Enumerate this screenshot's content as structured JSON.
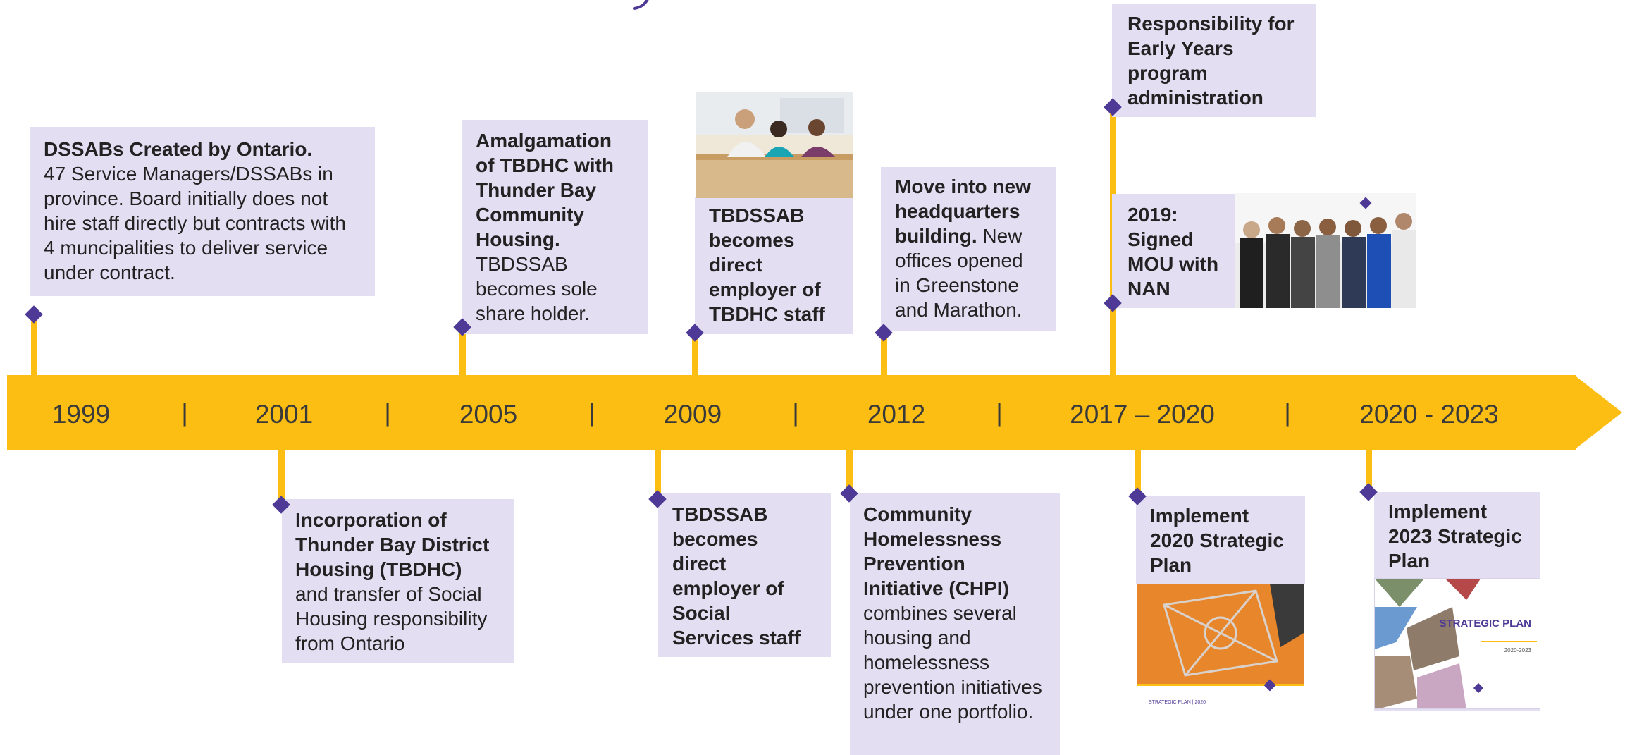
{
  "timeline": {
    "years": [
      "1999",
      "2001",
      "2005",
      "2009",
      "2012",
      "2017 – 2020",
      "2020 - 2023"
    ],
    "separator": "|"
  },
  "events": {
    "dssabs": {
      "title": "DSSABs Created by Ontario.",
      "body": "47 Service Managers/DSSABs in province. Board initially does not hire staff directly but contracts with 4 muncipalities to deliver service under contract."
    },
    "incorporation": {
      "title": "Incorporation of Thunder Bay District Housing (TBDHC)",
      "body": "and transfer of Social Housing responsibility from Ontario"
    },
    "amalgamation": {
      "title": "Amalgamation of TBDHC with Thunder Bay Community Housing.",
      "body": "TBDSSAB becomes sole share holder."
    },
    "employer_tbdhc": {
      "title": "TBDSSAB becomes direct employer of TBDHC staff"
    },
    "employer_social": {
      "title": "TBDSSAB becomes direct employer of Social Services staff"
    },
    "headquarters": {
      "title": "Move into new headquarters building.",
      "body": "New offices opened in Greenstone and Marathon."
    },
    "chpi": {
      "title": "Community Homelessness Prevention Initiative (CHPI)",
      "body": "combines several housing and homelessness prevention initiatives under one portfolio."
    },
    "early_years": {
      "title": "Responsibility for Early Years program administration"
    },
    "mou": {
      "title": "2019: Signed MOU with NAN"
    },
    "plan_2020": {
      "title": "Implement 2020 Strategic Plan",
      "cover_footer": "STRATEGIC PLAN  |  2020"
    },
    "plan_2023": {
      "title": "Implement 2023 Strategic Plan",
      "cover_title": "STRATEGIC PLAN",
      "cover_years": "2020-2023"
    }
  },
  "colors": {
    "band": "#FCBE13",
    "marker": "#4E3A96",
    "callout_bg": "#E4DEF2"
  }
}
